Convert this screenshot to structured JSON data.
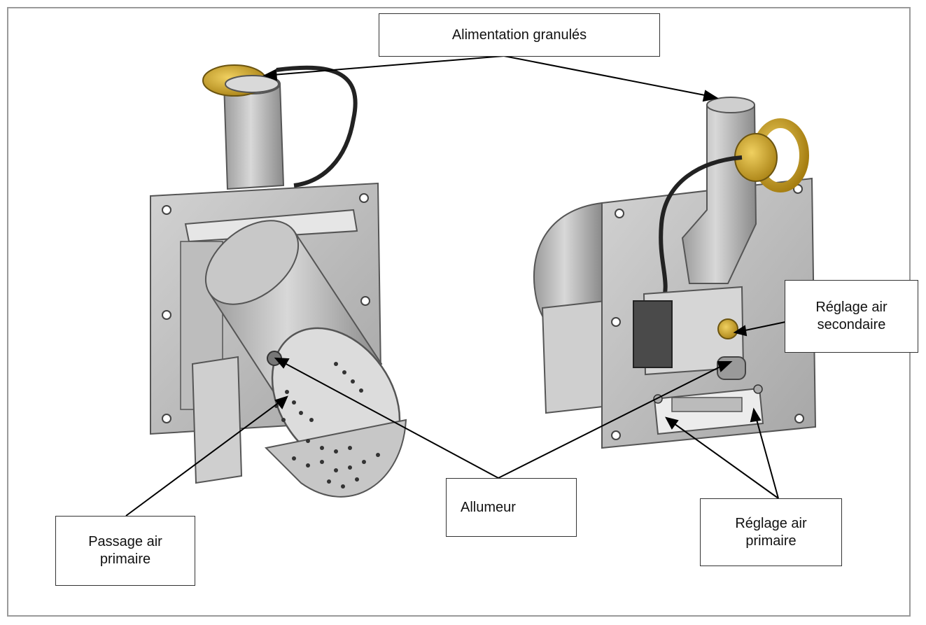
{
  "labels": {
    "alimentation": "Alimentation granulés",
    "reglage_secondaire": "Réglage air\nsecondaire",
    "allumeur": "Allumeur",
    "reglage_primaire": "Réglage air\nprimaire",
    "passage_primaire": "Passage air\nprimaire"
  },
  "colors": {
    "metal": "#b9b9b9",
    "metal_dark": "#8f8f8f",
    "brass": "#c9a227",
    "cable": "#2a2a2a"
  }
}
